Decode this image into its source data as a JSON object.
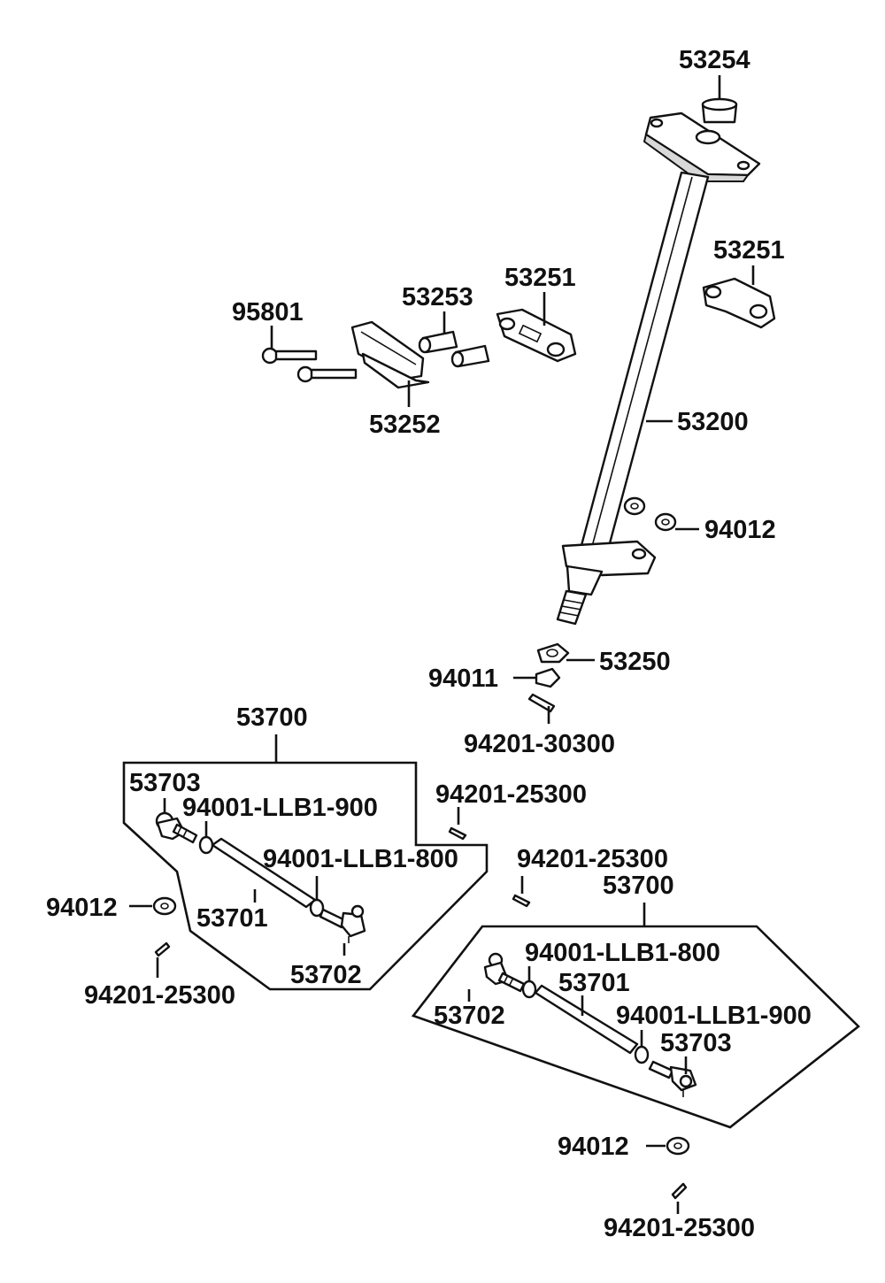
{
  "labels": {
    "p53254": "53254",
    "p53251_right": "53251",
    "p53251_mid": "53251",
    "p53253": "53253",
    "p95801": "95801",
    "p53252": "53252",
    "p53200": "53200",
    "p94012_top": "94012",
    "p53250": "53250",
    "p94011": "94011",
    "p94201_30300": "94201-30300",
    "p53700_left": "53700",
    "p53703_left": "53703",
    "p94001_900_left": "94001-LLB1-900",
    "p94201_25300_top": "94201-25300",
    "p94001_800_left": "94001-LLB1-800",
    "p94012_left": "94012",
    "p53701_left": "53701",
    "p53702_left": "53702",
    "p94201_25300_left": "94201-25300",
    "p94201_25300_mid": "94201-25300",
    "p53700_right": "53700",
    "p94001_800_right": "94001-LLB1-800",
    "p53701_right": "53701",
    "p53702_right": "53702",
    "p94001_900_right": "94001-LLB1-900",
    "p53703_right": "53703",
    "p94012_bottom": "94012",
    "p94201_25300_bottom": "94201-25300"
  }
}
